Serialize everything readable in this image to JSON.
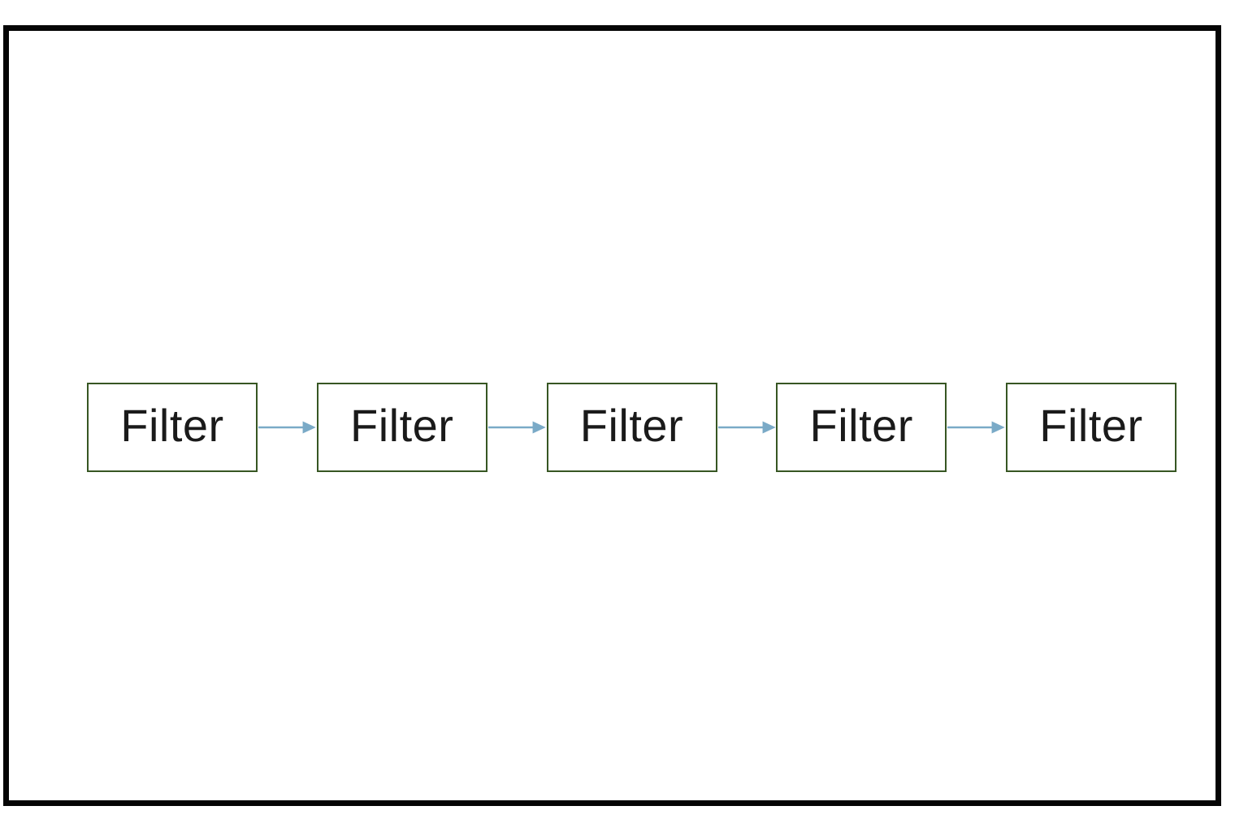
{
  "diagram": {
    "type": "pipeline-flowchart",
    "description": "Five identical process boxes connected left-to-right by arrows",
    "nodes": [
      {
        "label": "Filter"
      },
      {
        "label": "Filter"
      },
      {
        "label": "Filter"
      },
      {
        "label": "Filter"
      },
      {
        "label": "Filter"
      }
    ],
    "connectors": [
      {
        "from": 0,
        "to": 1,
        "style": "arrow-right"
      },
      {
        "from": 1,
        "to": 2,
        "style": "arrow-right"
      },
      {
        "from": 2,
        "to": 3,
        "style": "arrow-right"
      },
      {
        "from": 3,
        "to": 4,
        "style": "arrow-right"
      }
    ]
  },
  "colors": {
    "frame": "#050505",
    "box_border": "#375623",
    "box_fill": "#ffffff",
    "arrow": "#7AAAC7",
    "text": "#1a1a1a"
  }
}
